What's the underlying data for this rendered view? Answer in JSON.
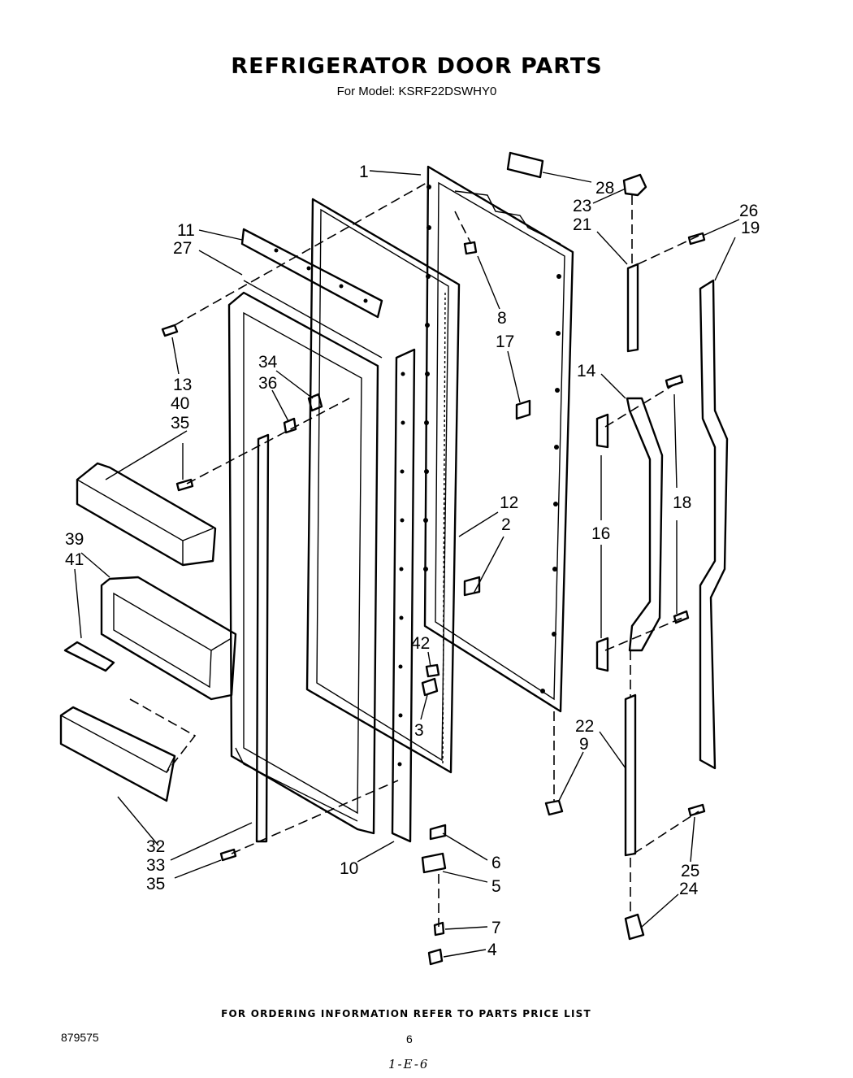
{
  "header": {
    "title": "REFRIGERATOR DOOR PARTS",
    "model": "For Model: KSRF22DSWHY0"
  },
  "callouts": {
    "c1": "1",
    "c28": "28",
    "c23": "23",
    "c21": "21",
    "c26": "26",
    "c19": "19",
    "c11": "11",
    "c27": "27",
    "c8": "8",
    "c17": "17",
    "c13": "13",
    "c40": "40",
    "c35a": "35",
    "c34": "34",
    "c36": "36",
    "c14": "14",
    "c18": "18",
    "c16": "16",
    "c12": "12",
    "c2": "2",
    "c39": "39",
    "c41": "41",
    "c42": "42",
    "c3": "3",
    "c22": "22",
    "c9": "9",
    "c32": "32",
    "c33": "33",
    "c35b": "35",
    "c10": "10",
    "c6": "6",
    "c5": "5",
    "c7": "7",
    "c4": "4",
    "c25": "25",
    "c24": "24"
  },
  "footer": {
    "ordering_note": "FOR ORDERING INFORMATION REFER TO PARTS PRICE LIST",
    "doc_number": "879575",
    "page_number": "6",
    "page_ref": "1-E-6"
  }
}
